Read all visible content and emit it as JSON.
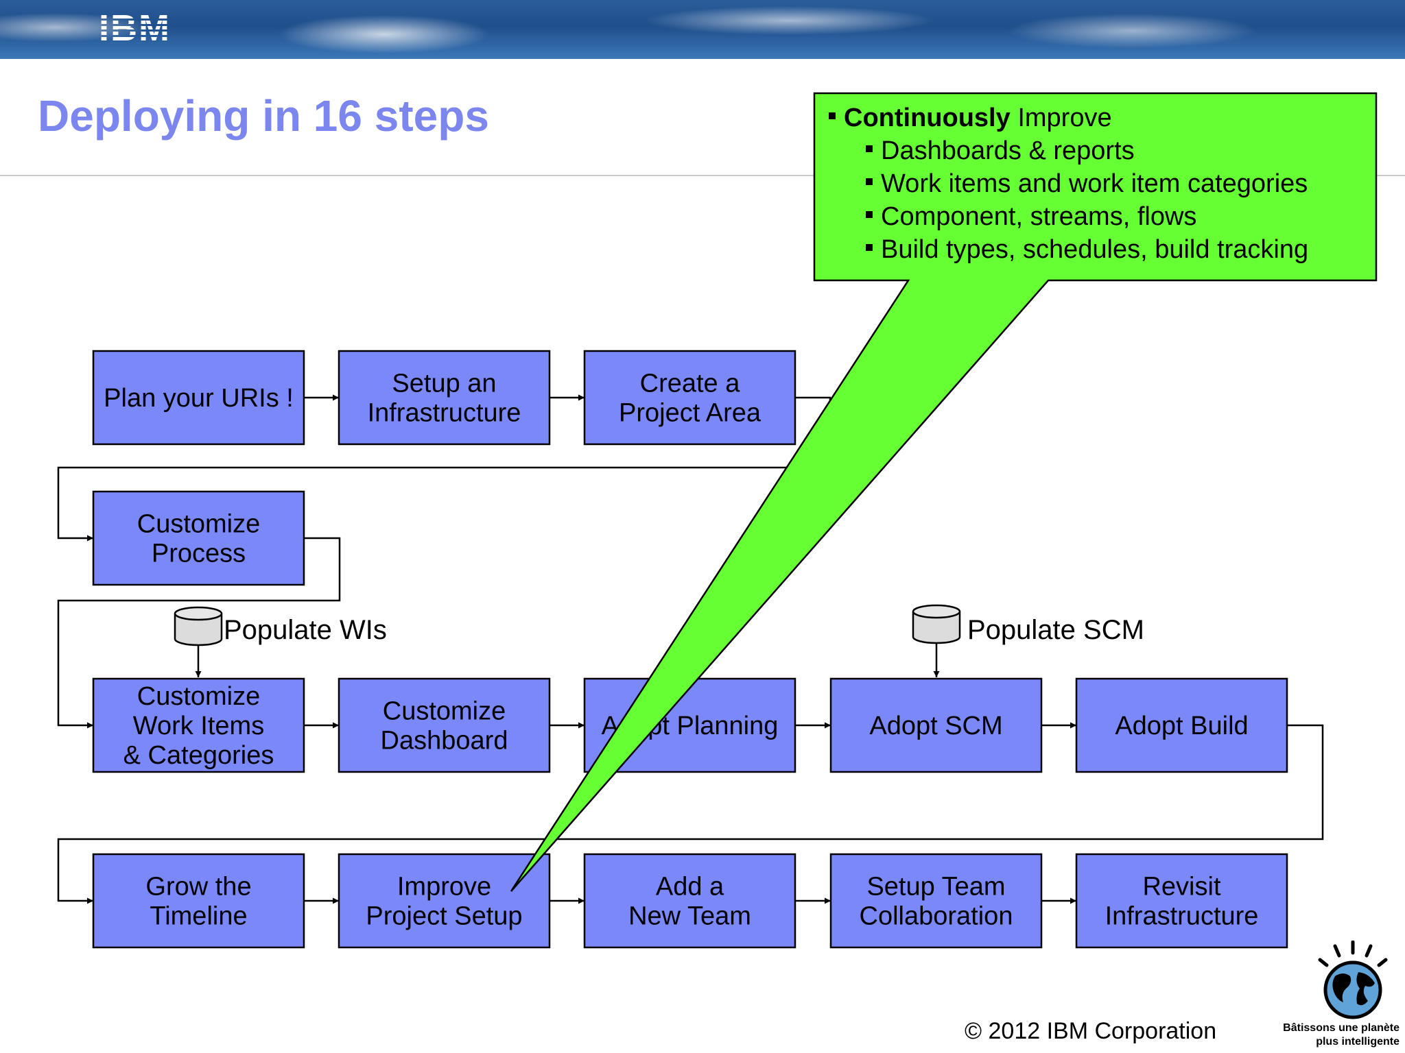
{
  "header": {
    "logo_text": "IBM"
  },
  "title": "Deploying in 16 steps",
  "steps": [
    {
      "id": "plan-uris",
      "lines": [
        "Plan your URIs !"
      ]
    },
    {
      "id": "setup-infrastructure",
      "lines": [
        "Setup an",
        "Infrastructure"
      ]
    },
    {
      "id": "create-project-area",
      "lines": [
        "Create a",
        "Project Area"
      ]
    },
    {
      "id": "customize-process",
      "lines": [
        "Customize",
        "Process"
      ]
    },
    {
      "id": "customize-work-items",
      "lines": [
        "Customize",
        "Work Items",
        "& Categories"
      ]
    },
    {
      "id": "customize-dashboard",
      "lines": [
        "Customize",
        "Dashboard"
      ]
    },
    {
      "id": "adopt-planning",
      "lines": [
        "Adopt Planning"
      ]
    },
    {
      "id": "adopt-scm",
      "lines": [
        "Adopt SCM"
      ]
    },
    {
      "id": "adopt-build",
      "lines": [
        "Adopt Build"
      ]
    },
    {
      "id": "grow-timeline",
      "lines": [
        "Grow the",
        "Timeline"
      ]
    },
    {
      "id": "improve-project-setup",
      "lines": [
        "Improve",
        "Project Setup"
      ]
    },
    {
      "id": "add-new-team",
      "lines": [
        "Add a",
        "New Team"
      ]
    },
    {
      "id": "setup-team-collaboration",
      "lines": [
        "Setup Team",
        "Collaboration"
      ]
    },
    {
      "id": "revisit-infrastructure",
      "lines": [
        "Revisit",
        "Infrastructure"
      ]
    }
  ],
  "databases": [
    {
      "id": "populate-wis",
      "label": "Populate WIs"
    },
    {
      "id": "populate-scm",
      "label": "Populate SCM"
    }
  ],
  "callout": {
    "heading_bold": "Continuously",
    "heading_rest": " Improve",
    "items": [
      "Dashboards & reports",
      "Work items and work item categories",
      "Component, streams, flows",
      "Build types, schedules, build tracking"
    ]
  },
  "footer": {
    "copyright": "© 2012 IBM Corporation",
    "tagline_line1": "Bâtissons une planète",
    "tagline_line2": "plus intelligente"
  },
  "colors": {
    "box_fill": "#7b88f8",
    "callout_fill": "#66ff33",
    "title": "#7b86ee"
  }
}
